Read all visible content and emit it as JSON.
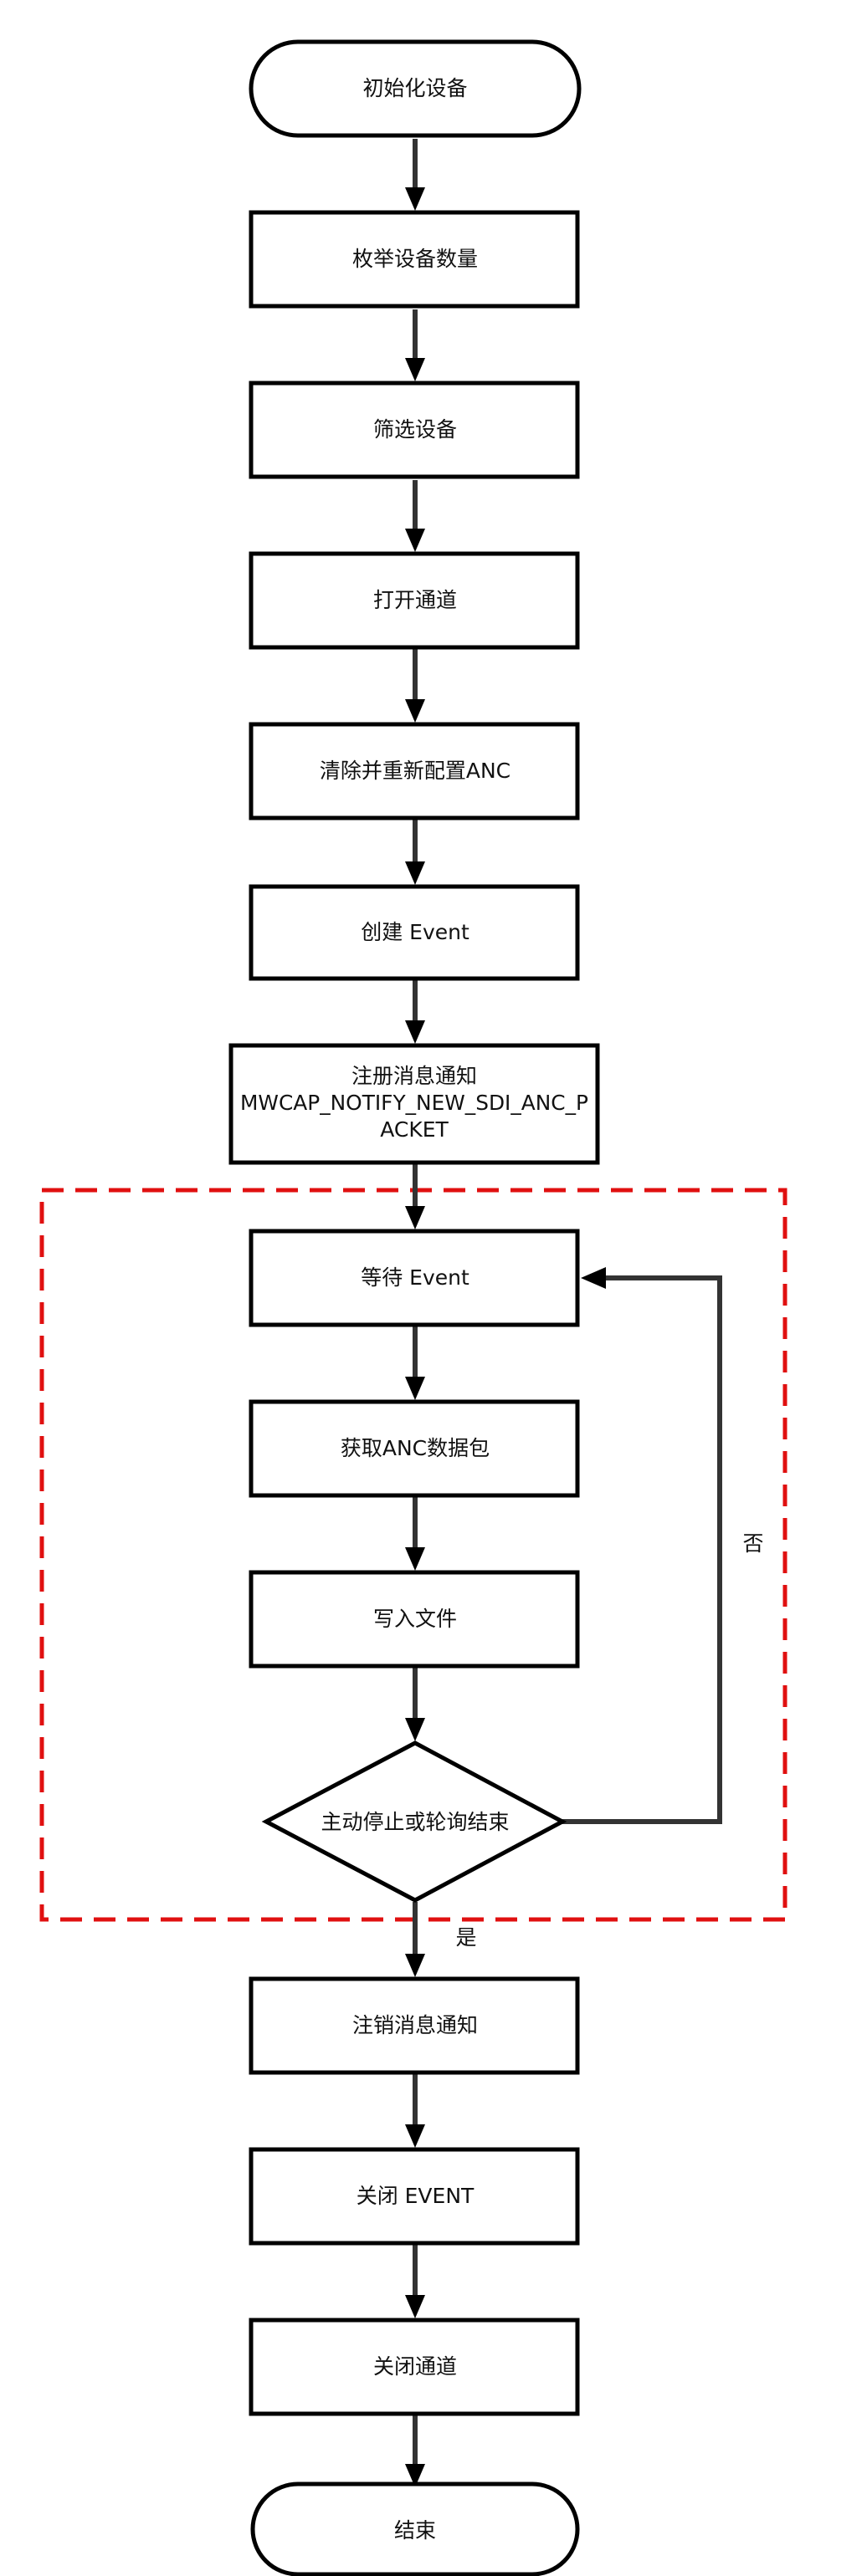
{
  "diagram": {
    "type": "flowchart",
    "colors": {
      "node_border": "#000000",
      "edge": "#333333",
      "loop_frame": "#e01010",
      "text": "#111111"
    },
    "nodes": {
      "start": "初始化设备",
      "enum_devices": "枚举设备数量",
      "filter_devices": "筛选设备",
      "open_channel": "打开通道",
      "clear_config_anc": "清除并重新配置ANC",
      "create_event": "创建 Event",
      "register_notify": [
        "注册消息通知",
        "MWCAP_NOTIFY_NEW_SDI_ANC_P",
        "ACKET"
      ],
      "wait_event": "等待 Event",
      "get_anc_packet": "获取ANC数据包",
      "write_file": "写入文件",
      "decision": "主动停止或轮询结束",
      "unregister_notify": "注销消息通知",
      "close_event": "关闭 EVENT",
      "close_channel": "关闭通道",
      "end": "结束"
    },
    "edge_labels": {
      "no": "否",
      "yes": "是"
    }
  }
}
